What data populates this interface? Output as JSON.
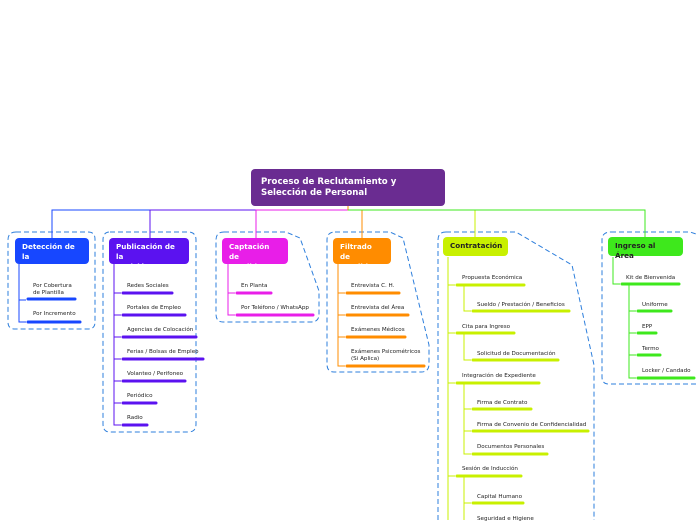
{
  "root": {
    "title_line1": "Proceso de Reclutamiento y",
    "title_line2": "Selección de Personal"
  },
  "branches": [
    {
      "key": "deteccion",
      "color": "#1747ff",
      "line1": "Detección de la",
      "line2": "Vacante",
      "items": [
        "Por Cobertura de Plantilla",
        "Por Incremento"
      ]
    },
    {
      "key": "publicacion",
      "color": "#5b12f0",
      "line1": "Publicación de la",
      "line2": "Posición",
      "items": [
        "Redes Sociales",
        "Portales de Empleo",
        "Agencias de Colocación",
        "Ferias / Bolsas de Empleo",
        "Volanteo / Perifoneo",
        "Periódico",
        "Radio"
      ]
    },
    {
      "key": "captacion",
      "color": "#e81ee8",
      "line1": "Captación de",
      "line2": "Candidatos",
      "items": [
        "En Planta",
        "Por Teléfono / WhatsApp"
      ]
    },
    {
      "key": "filtrado",
      "color": "#ff8c00",
      "line1": "Filtrado de",
      "line2": "Candidatos",
      "items": [
        "Entrevista C. H.",
        "Entrevista del Área",
        "Exámenes Médicos",
        "Exámenes Psicométricos (Si Aplica)"
      ]
    },
    {
      "key": "contratacion",
      "color": "#c8f000",
      "line1": "Contratación",
      "line2": "",
      "items": [
        "Propuesta Económica",
        "Sueldo / Prestación / Beneficios",
        "Cita para Ingreso",
        "Solicitud de Documentación",
        "Integración de Expediente",
        "Firma de Contrato",
        "Firma de Convenio de Confidencialidad",
        "Documentos Personales",
        "Sesión de Inducción",
        "Capital Humano",
        "Seguridad e Higiene"
      ]
    },
    {
      "key": "ingreso",
      "color": "#3ee81c",
      "line1": "Ingreso al Área",
      "line2": "",
      "items": [
        "Kit de Bienvenida",
        "Uniforme",
        "EPP",
        "Termo",
        "Locker / Candado"
      ]
    }
  ]
}
